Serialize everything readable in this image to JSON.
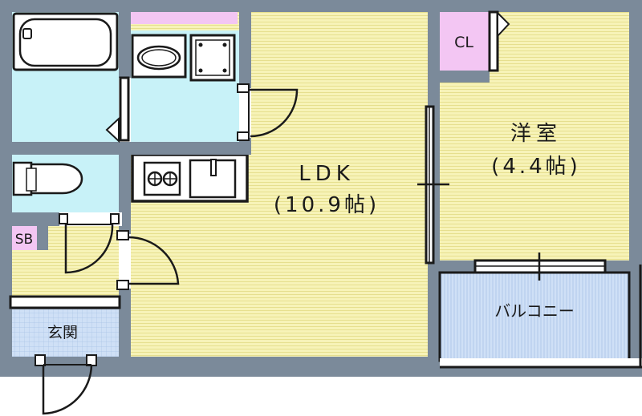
{
  "rooms": {
    "ldk": {
      "name": "LDK",
      "area": "(10.9帖)"
    },
    "western": {
      "name": "洋室",
      "area": "(4.4帖)"
    },
    "balcony": {
      "name": "バルコニー"
    },
    "entrance": {
      "name": "玄関"
    },
    "closet": {
      "name": "CL"
    },
    "shoe_box": {
      "name": "SB"
    }
  },
  "colors": {
    "wall": "#7b8a9a",
    "floor_wood": "#f7f3b8",
    "floor_line": "#e6df8e",
    "wet_area": "#c8f2f8",
    "storage": "#f3c6f3",
    "entrance_tile": "#cfe0f6",
    "fixture_stroke": "#1a1a1a"
  }
}
